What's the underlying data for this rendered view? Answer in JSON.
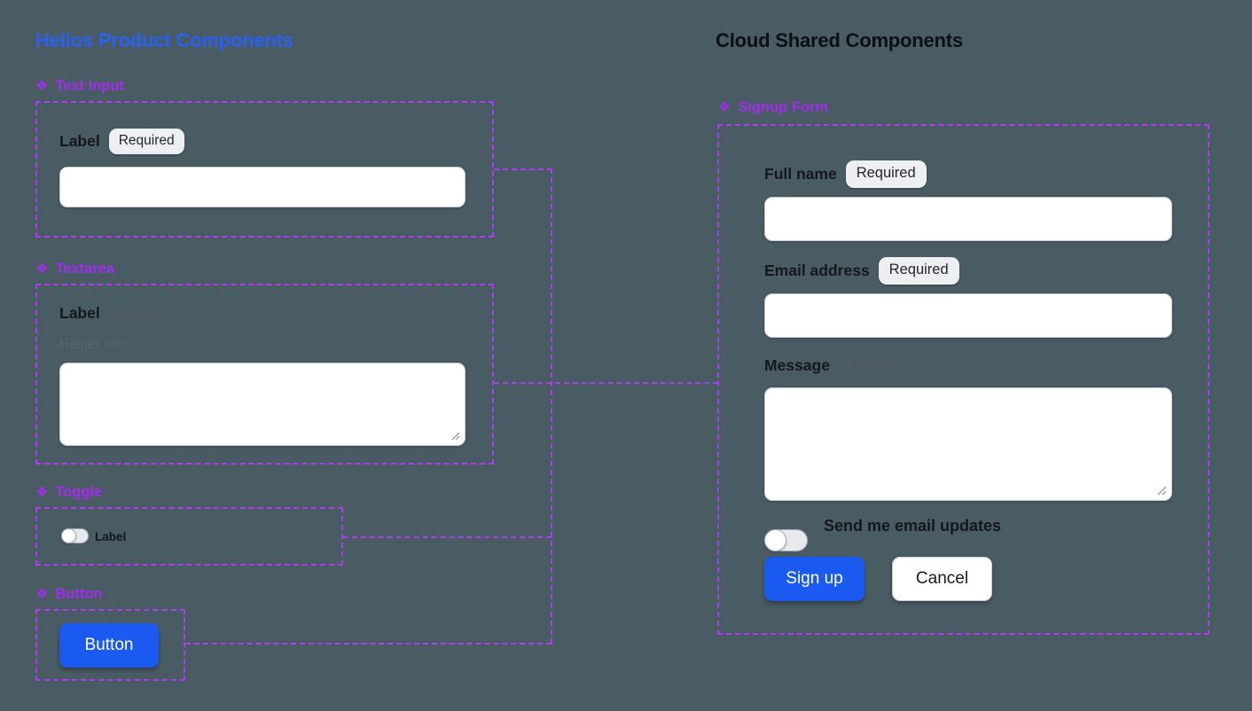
{
  "colors": {
    "background": "#4A5C63",
    "left_title_blue": "#2961F3",
    "component_purple": "#A32CF0",
    "dash_purple": "#AF3CF2",
    "button_blue": "#1B5AF1",
    "badge_bg": "#EEEFF2",
    "input_bg": "#FFFFFF"
  },
  "icons": {
    "component": "❖",
    "resize_handle": "resize-grip-diagonal-lines"
  },
  "left": {
    "title": "Helios Product Components",
    "text_input": {
      "header": "Text Input",
      "label": "Label",
      "badge": "Required",
      "input_value": "",
      "input_placeholder": ""
    },
    "textarea": {
      "header": "Textarea",
      "label": "Label",
      "optional": "(Optional)",
      "helper": "Helper text",
      "textarea_value": ""
    },
    "toggle": {
      "header": "Toggle",
      "label": "Label",
      "state": "off"
    },
    "button": {
      "header": "Button",
      "label": "Button"
    }
  },
  "right": {
    "title": "Cloud Shared Components",
    "form": {
      "header": "Signup Form",
      "full_name": {
        "label": "Full name",
        "badge": "Required",
        "input_value": ""
      },
      "email": {
        "label": "Email address",
        "badge": "Required",
        "input_value": ""
      },
      "message": {
        "label": "Message",
        "optional": "(Optional)",
        "textarea_value": ""
      },
      "toggle_label": "Send me email updates",
      "toggle_state": "off",
      "primary_button": "Sign up",
      "secondary_button": "Cancel"
    }
  }
}
